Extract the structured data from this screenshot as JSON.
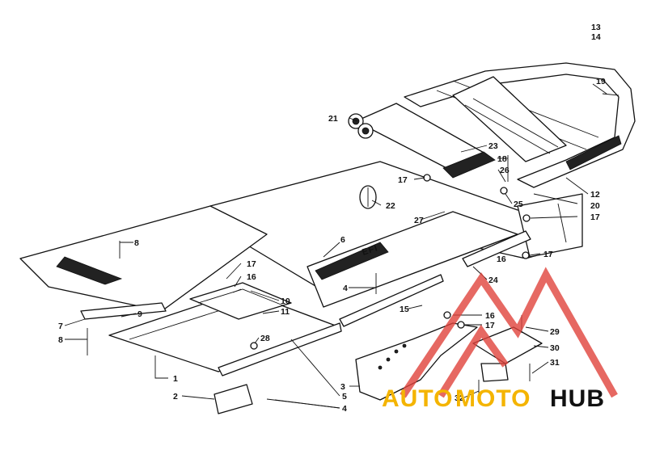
{
  "diagram": {
    "callouts": [
      "1",
      "2",
      "3",
      "4",
      "4",
      "5",
      "6",
      "7",
      "8",
      "8",
      "9",
      "10",
      "11",
      "12",
      "13",
      "14",
      "15",
      "16",
      "16",
      "16",
      "17",
      "17",
      "17",
      "17",
      "17",
      "18",
      "19",
      "20",
      "21",
      "22",
      "23",
      "24",
      "25",
      "26",
      "27",
      "28",
      "29",
      "30",
      "31",
      "32"
    ],
    "stamp_text": "EFI"
  },
  "watermark": {
    "brand_auto": "AUTO",
    "brand_moto": "MOTO",
    "brand_hub": "HUB",
    "color_auto": "#f4b400",
    "color_moto": "#f4b400",
    "color_hub": "#111111",
    "triangle_color": "#e0433c"
  }
}
